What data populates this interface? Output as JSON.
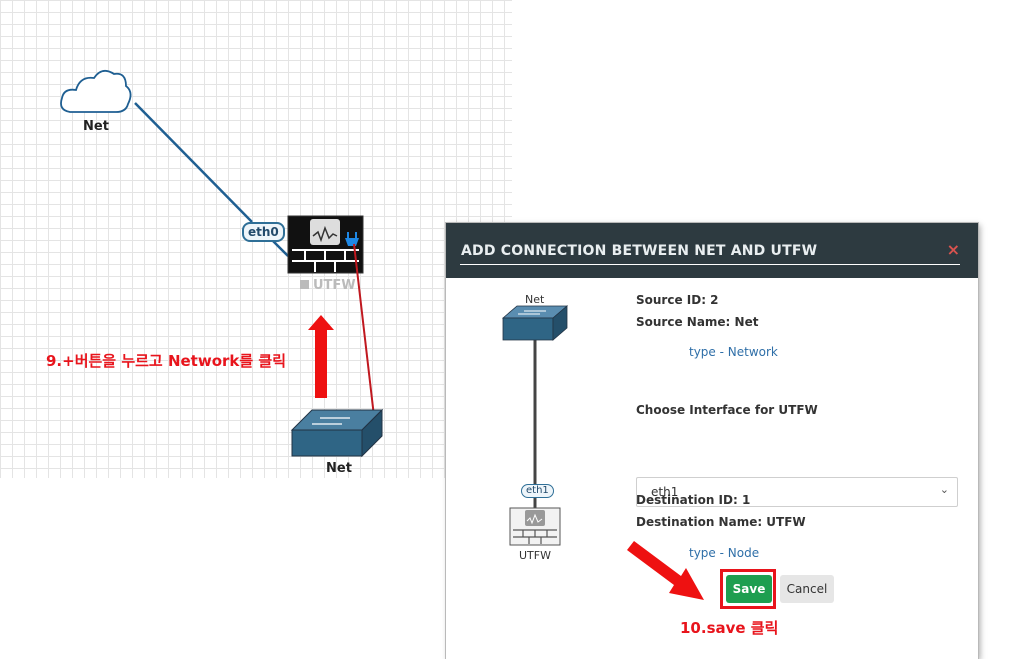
{
  "canvas": {
    "net_cloud_label": "Net",
    "eth0_label": "eth0",
    "utfw_label": "UTFW",
    "net_switch_label": "Net",
    "annotation_step9": "9.+버튼을 누르고 Network를 클릭"
  },
  "dialog": {
    "title": "ADD CONNECTION BETWEEN NET AND UTFW",
    "close_glyph": "×",
    "source": {
      "diagram_label": "Net",
      "id_text": "Source ID: 2",
      "name_text": "Source Name: Net",
      "type_text": "type - Network"
    },
    "interface": {
      "label": "Choose Interface for UTFW",
      "selected": "eth1"
    },
    "destination": {
      "diagram_eth_label": "eth1",
      "diagram_label": "UTFW",
      "id_text": "Destination ID: 1",
      "name_text": "Destination Name: UTFW",
      "type_text": "type - Node"
    },
    "save_label": "Save",
    "cancel_label": "Cancel",
    "annotation_step10": "10.save 클릭"
  },
  "colors": {
    "header_bg": "#2d3a40",
    "save_green": "#1e9e50",
    "annotation_red": "#e8141c",
    "link_blue": "#2f6fa8"
  }
}
